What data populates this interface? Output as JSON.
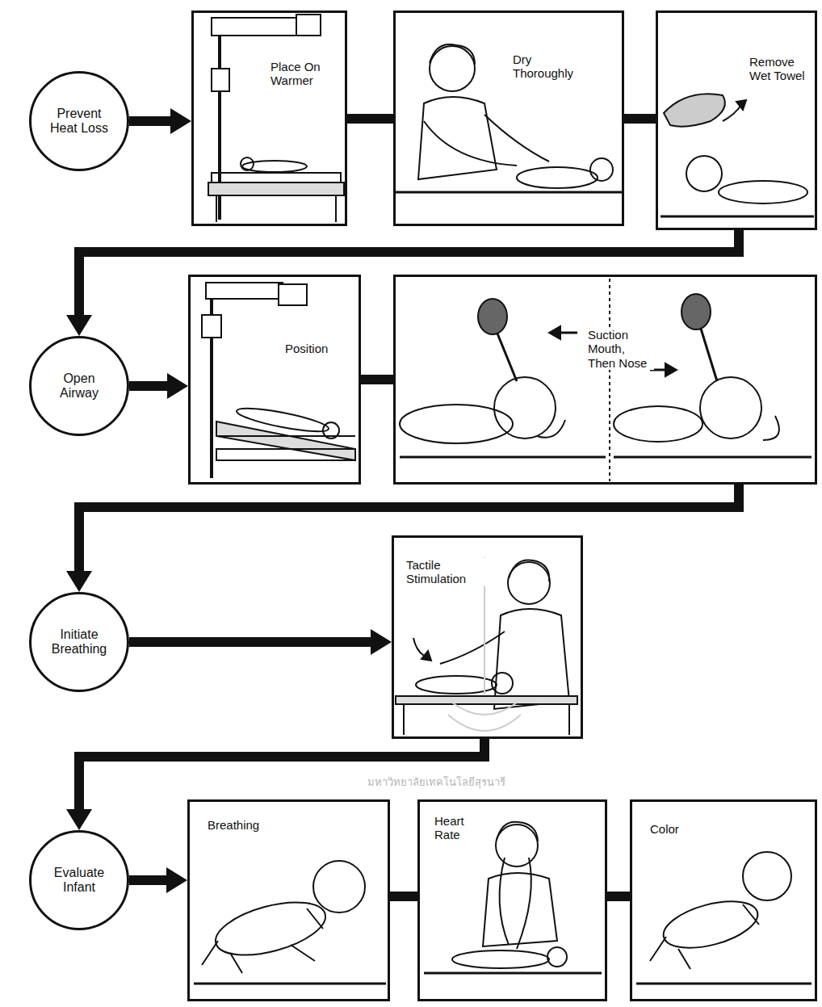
{
  "diagram": {
    "nodes": [
      {
        "text": [
          "Prevent Heat Loss"
        ]
      },
      {
        "text": [
          "Place On Warmer"
        ]
      },
      {
        "text": [
          "Dry Thoroughly"
        ]
      },
      {
        "text": [
          "Remove Wet Towel"
        ]
      },
      {
        "text": [
          "Open Airway"
        ]
      },
      {
        "text": [
          "Position"
        ]
      },
      {
        "text": [
          "Suction Mouth, Then Nose"
        ]
      },
      {
        "text": [
          "Initiate Breathing"
        ]
      },
      {
        "text": [
          "Tactile Stimulation"
        ]
      },
      {
        "text": [
          "Evaluate Infant"
        ]
      },
      {
        "text": [
          "Breathing"
        ]
      },
      {
        "text": [
          "Heart Rate"
        ]
      },
      {
        "text": [
          "Color"
        ]
      }
    ],
    "edges": [
      {
        "from": 0,
        "to": 1,
        "arrow": "to"
      },
      {
        "from": 1,
        "to": 2,
        "arrow": "none"
      },
      {
        "from": 2,
        "to": 3,
        "arrow": "none"
      },
      {
        "from": 3,
        "to": 4,
        "arrow": "to"
      },
      {
        "from": 4,
        "to": 5,
        "arrow": "to"
      },
      {
        "from": 5,
        "to": 6,
        "arrow": "none"
      },
      {
        "from": 6,
        "to": 7,
        "arrow": "to"
      },
      {
        "from": 7,
        "to": 8,
        "arrow": "to"
      },
      {
        "from": 8,
        "to": 9,
        "arrow": "to"
      },
      {
        "from": 9,
        "to": 10,
        "arrow": "to"
      },
      {
        "from": 10,
        "to": 11,
        "arrow": "none"
      },
      {
        "from": 11,
        "to": 12,
        "arrow": "none"
      }
    ],
    "labels": [
      "มหาวิทยาลัยเทคโนโลยีสุรนารี"
    ]
  }
}
